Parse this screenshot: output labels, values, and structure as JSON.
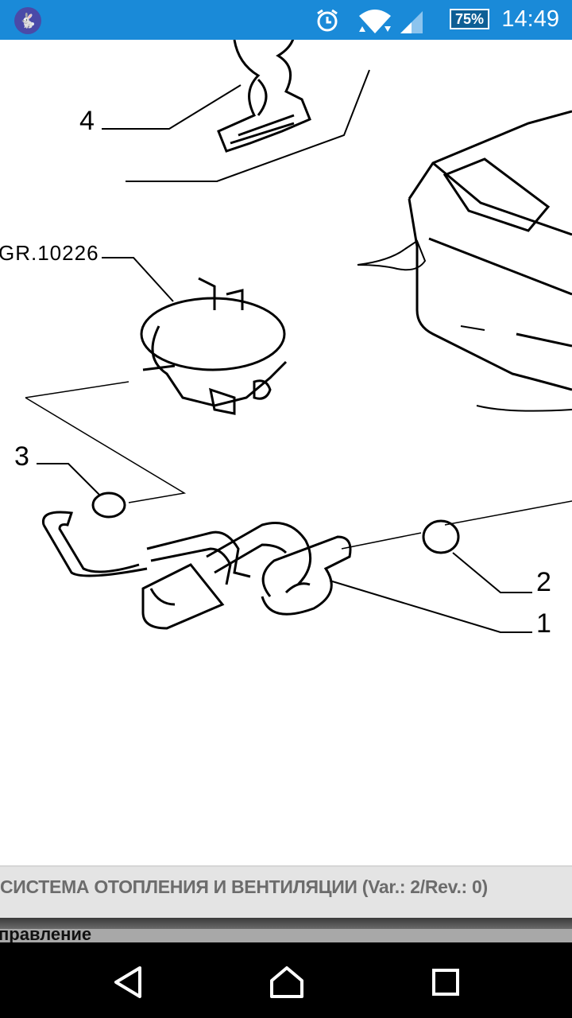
{
  "status_bar": {
    "time": "14:49",
    "battery": "75%",
    "icons": [
      "app-rabbit-icon",
      "alarm-icon",
      "wifi-icon",
      "signal-icon",
      "battery-icon"
    ]
  },
  "diagram": {
    "labels": {
      "part4": "4",
      "group_ref": "GR.10226",
      "part3": "3",
      "part2": "2",
      "part1": "1"
    }
  },
  "caption": "СИСТЕМА ОТОПЛЕНИЯ И ВЕНТИЛЯЦИИ (Var.: 2/Rev.: 0)",
  "underlying_text": "правление",
  "nav_bar": {
    "buttons": [
      "back",
      "home",
      "recents"
    ]
  }
}
